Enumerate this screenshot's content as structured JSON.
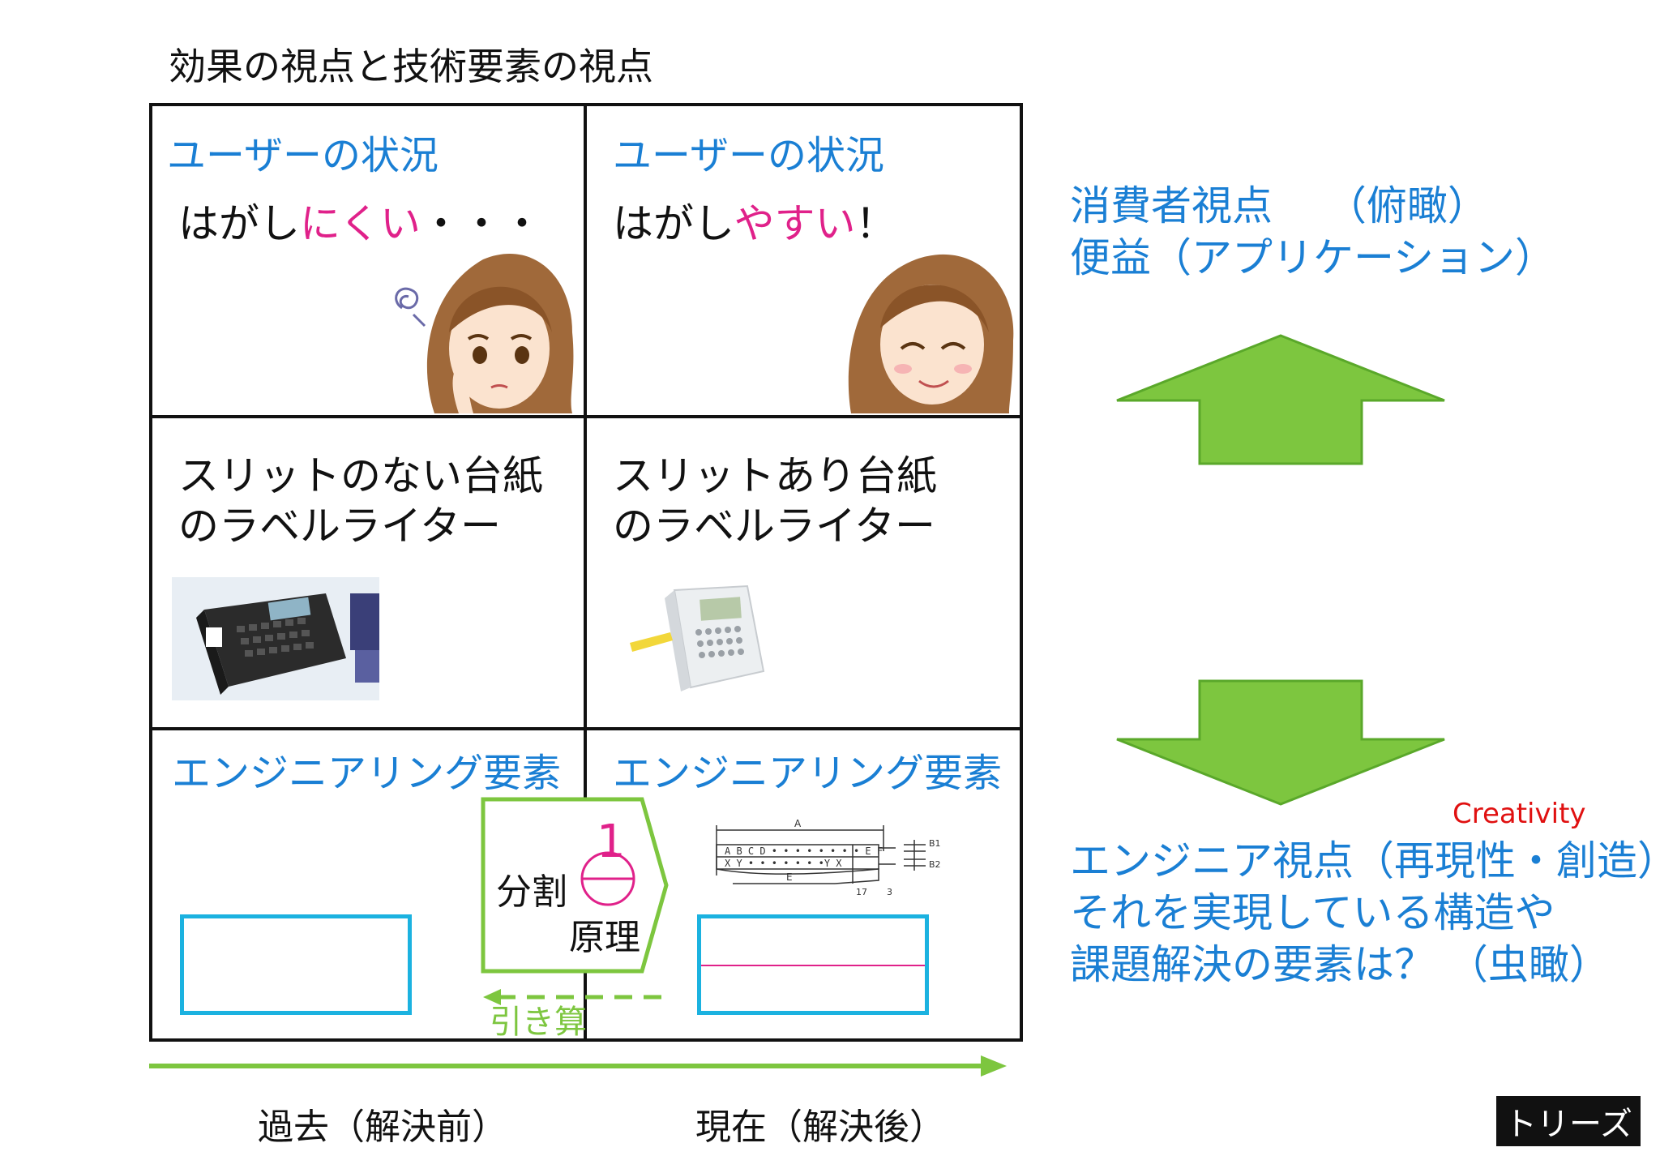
{
  "title": "効果の視点と技術要素の視点",
  "grid": {
    "user_situation": "ユーザーの状況",
    "before": {
      "quote_prefix": "はがし",
      "quote_highlight": "にくい",
      "quote_suffix": "・・・",
      "device_line1": "スリットのない台紙",
      "device_line2": "のラベルライター"
    },
    "after": {
      "quote_prefix": "はがし",
      "quote_highlight": "やすい",
      "quote_suffix": "！",
      "device_line1": "スリットあり台紙",
      "device_line2": "のラベルライター"
    },
    "engineering": "エンジニアリング要素",
    "principle": {
      "number": "1",
      "word1": "分割",
      "word2": "原理"
    },
    "subtract_label": "引き算",
    "patent_labels": {
      "a": "A",
      "row1": "A B C D • • • • • • • • E F",
      "row2": "X Y • • • • • • •Y X",
      "e": "E",
      "b1": "B1",
      "b2": "B2",
      "n17": "17",
      "n3": "3"
    }
  },
  "timeline": {
    "past": "過去（解決前）",
    "present": "現在（解決後）"
  },
  "right": {
    "consumer_line1": "消費者視点　 （俯瞰）",
    "consumer_line2": "便益（アプリケーション）",
    "creativity": "Creativity",
    "engineer_line1": "エンジニア視点（再現性・創造）",
    "engineer_line2": "それを実現している構造や",
    "engineer_line3": "課題解決の要素は？ （虫瞰）"
  },
  "badge": "トリーズ",
  "colors": {
    "accent_blue": "#1a7fd4",
    "highlight_pink": "#e0218a",
    "arrow_green": "#7dc63f",
    "box_cyan": "#1bb2e0",
    "creativity_red": "#e01010"
  }
}
